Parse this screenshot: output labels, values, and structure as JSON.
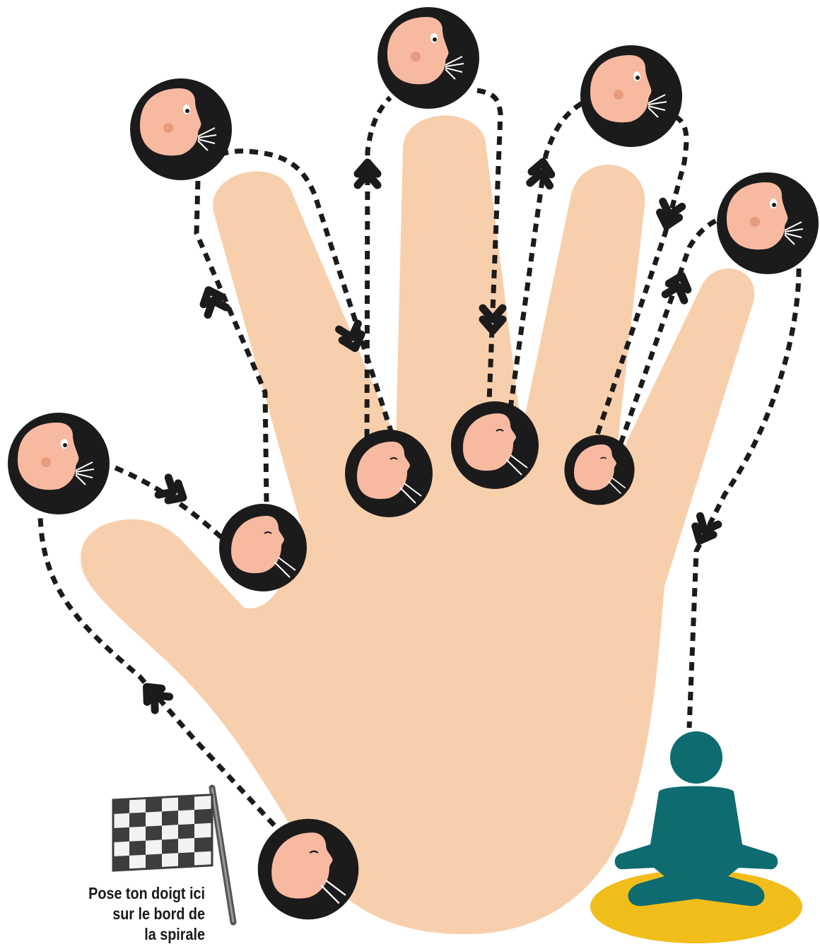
{
  "colors": {
    "skin": "#f8cfad",
    "face": "#f7b9a0",
    "dark": "#1c1b1b",
    "cheek": "#e69b7c",
    "meditator": "#0e6b70",
    "cushion": "#f1bd1b",
    "flag_dark": "#3d3d3d",
    "flag_light": "#f2f2f2"
  },
  "icons": {
    "exhale_face": "face-exhale-icon",
    "inhale_face": "face-inhale-icon",
    "chevron": "chevron-icon",
    "start": "checkered-flag-icon",
    "finish": "meditation-icon"
  },
  "instruction": {
    "lines": [
      "Pose ton doigt ici",
      "sur le bord de",
      "la spirale"
    ]
  }
}
